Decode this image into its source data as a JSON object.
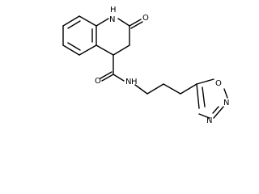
{
  "molecule": {
    "atoms": {
      "n1": {
        "symbol": "N"
      },
      "h1": {
        "symbol": "H"
      },
      "o1": {
        "symbol": "O"
      },
      "o2": {
        "symbol": "O"
      },
      "n2": {
        "symbol": "N"
      },
      "h2": {
        "symbol": "H"
      },
      "o3": {
        "symbol": "O"
      },
      "n3": {
        "symbol": "N"
      },
      "n4": {
        "symbol": "N"
      }
    }
  }
}
